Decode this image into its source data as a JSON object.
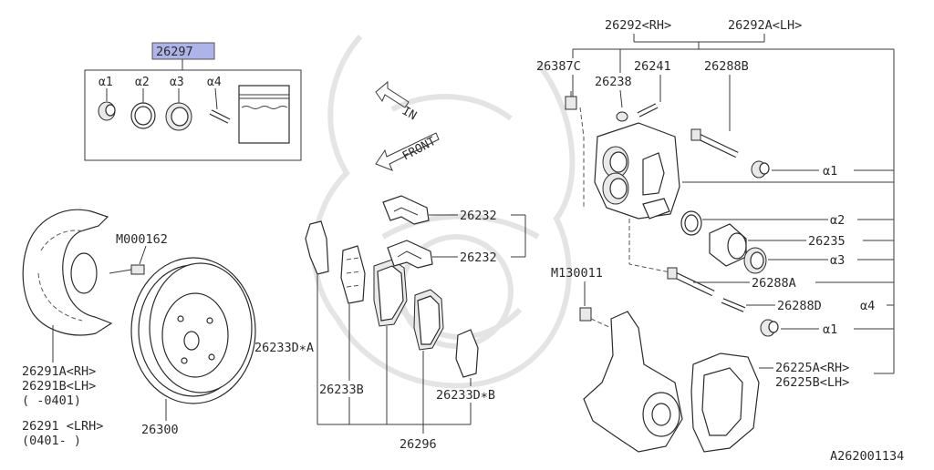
{
  "kit": {
    "part_number": "26297",
    "items": [
      "α1",
      "α2",
      "α3",
      "α4"
    ]
  },
  "labels": {
    "caliper_rh_lh": [
      "26292<RH>",
      "26292A<LH>"
    ],
    "bleeder": "26387C",
    "lock_pin": "26241",
    "cap": "26238",
    "guide_pin": "26288B",
    "boot_a1_top": "α1",
    "seal_a2": "α2",
    "piston": "26235",
    "boot_a3": "α3",
    "guide_pin_a": "26288A",
    "pin_d": "26288D",
    "pin_d_alpha": "α4",
    "boot_a1_bottom": "α1",
    "support": [
      "26225A<RH>",
      "26225B<LH>"
    ],
    "bolt_m130011": "M130011",
    "bolt_m000162": "M000162",
    "clip_top": "26232",
    "clip_mid": "26232",
    "shim_a": "26233D∗A",
    "shim_b": "26233B",
    "shim_db": "26233D∗B",
    "pad_set": "26296",
    "cover": [
      "26291A<RH>",
      "26291B<LH>",
      "(    -0401)"
    ],
    "cover_alt": [
      "26291 <LRH>",
      "(0401-    )"
    ],
    "disc": "26300",
    "in_arrow": "IN",
    "front_arrow": "FRONT",
    "figure_id": "A262001134"
  }
}
